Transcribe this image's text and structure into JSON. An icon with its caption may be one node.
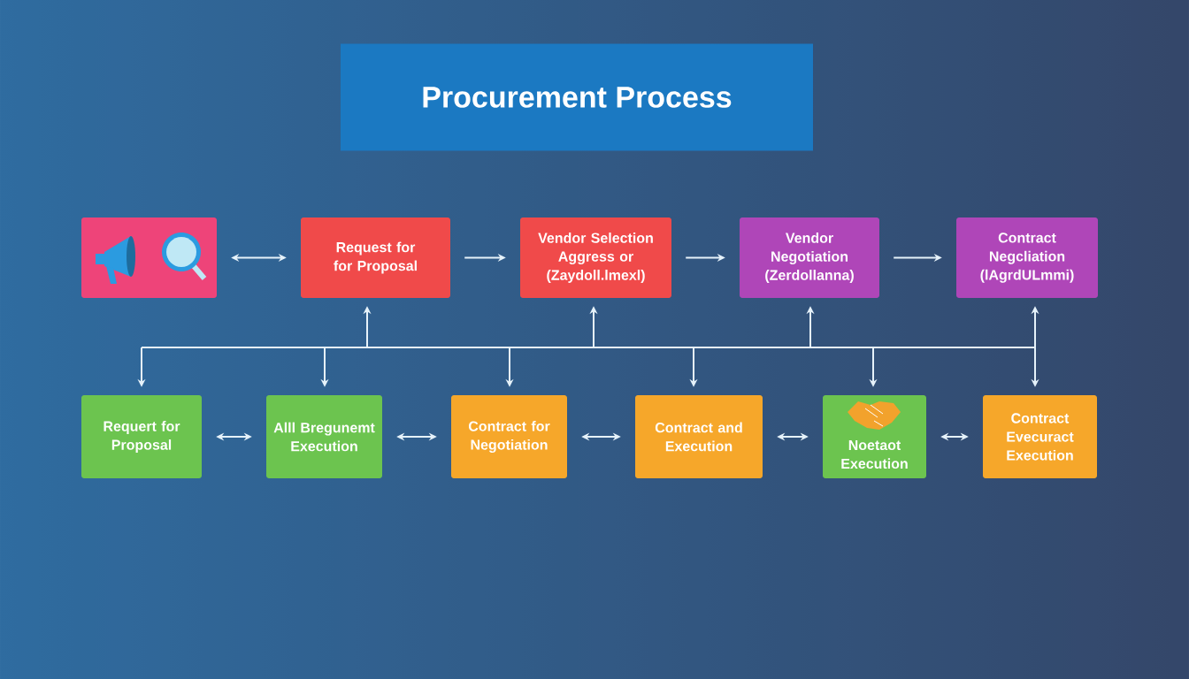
{
  "diagram": {
    "title": "Procurement Process",
    "nodes": [
      {
        "text": [],
        "shape": "box"
      },
      {
        "text": [
          "Request for for Proposal"
        ]
      },
      {
        "text": [
          "Vendor Selection Aggress or",
          "(Zaydoll.lmexl)"
        ]
      },
      {
        "text": [
          "Vendor Negotiation",
          "(Zerdollanna)"
        ]
      },
      {
        "text": [
          "Contract Negcliation",
          "(lAgrdULmmi)"
        ]
      },
      {
        "text": [
          "Requert for Proposal"
        ]
      },
      {
        "text": [
          "Alll Bregunemt Execution"
        ]
      },
      {
        "text": [
          "Contract for Negotiation"
        ]
      },
      {
        "text": [
          "Contract and Execution"
        ]
      },
      {
        "text": [
          "Noetaot Execution"
        ]
      },
      {
        "text": [
          "Contract Evecuract Execution"
        ]
      }
    ],
    "edges": [
      {
        "from": 0,
        "to": 1,
        "arrow": "both"
      },
      {
        "from": 1,
        "to": 2,
        "arrow": "to"
      },
      {
        "from": 2,
        "to": 3,
        "arrow": "to"
      },
      {
        "from": 3,
        "to": 4,
        "arrow": "to"
      },
      {
        "from": 5,
        "to": 6,
        "arrow": "both"
      },
      {
        "from": 6,
        "to": 7,
        "arrow": "both"
      },
      {
        "from": 7,
        "to": 8,
        "arrow": "both"
      },
      {
        "from": 8,
        "to": 9,
        "arrow": "both"
      },
      {
        "from": 9,
        "to": 10,
        "arrow": "both"
      },
      {
        "from": null,
        "to": 1,
        "arrow": "to"
      },
      {
        "from": null,
        "to": 2,
        "arrow": "to"
      },
      {
        "from": null,
        "to": 3,
        "arrow": "to"
      },
      {
        "from": null,
        "to": 4,
        "arrow": "to"
      },
      {
        "from": null,
        "to": 5,
        "arrow": "to"
      },
      {
        "from": null,
        "to": 6,
        "arrow": "to"
      },
      {
        "from": null,
        "to": 7,
        "arrow": "to"
      },
      {
        "from": null,
        "to": 8,
        "arrow": "to"
      },
      {
        "from": null,
        "to": 9,
        "arrow": "to"
      },
      {
        "from": null,
        "to": 10,
        "arrow": "to"
      }
    ]
  }
}
